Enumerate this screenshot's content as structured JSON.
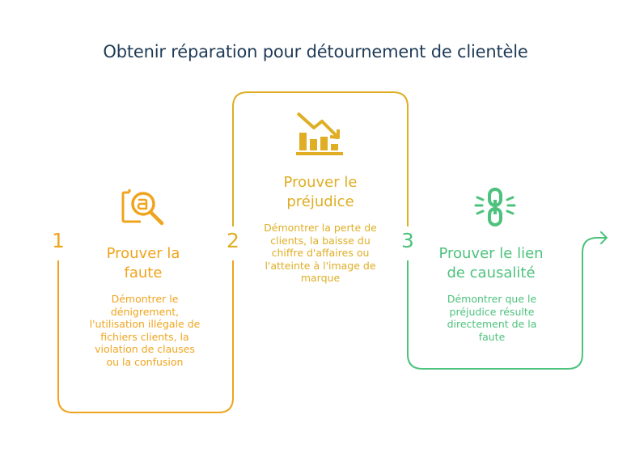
{
  "title": "Obtenir réparation pour détournement de clientèle",
  "colors": {
    "step1": "#F0A41D",
    "step2": "#DFAE24",
    "step3": "#4DC27D",
    "title": "#1F3B57"
  },
  "steps": [
    {
      "number": "1",
      "title": "Prouver la faute",
      "description": "Démontrer le dénigrement, l'utilisation illégale de fichiers clients, la violation de clauses ou la confusion",
      "icon": "magnifier-document-icon"
    },
    {
      "number": "2",
      "title": "Prouver le préjudice",
      "description": "Démontrer la perte de clients, la baisse du chiffre d'affaires ou l'atteinte à l'image de marque",
      "icon": "declining-chart-icon"
    },
    {
      "number": "3",
      "title": "Prouver le lien de causalité",
      "description": "Démontrer que le préjudice résulte directement de la faute",
      "icon": "chain-link-icon"
    }
  ]
}
